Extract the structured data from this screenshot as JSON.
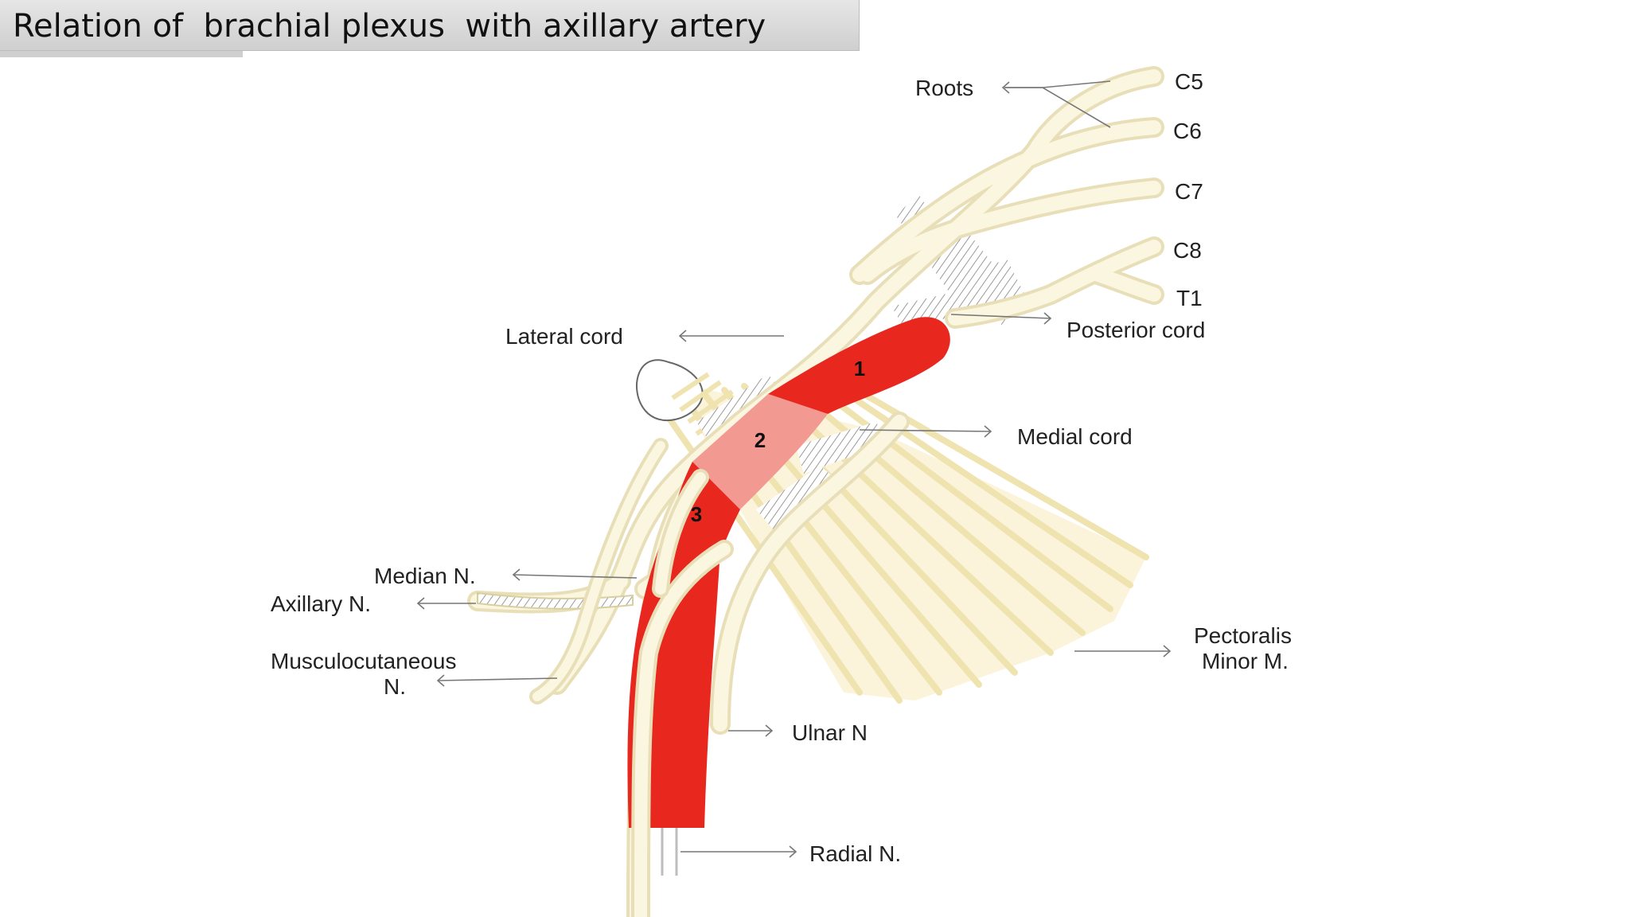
{
  "title": "Relation of  brachial plexus  with axillary artery",
  "labels": {
    "roots": "Roots",
    "c5": "C5",
    "c6": "C6",
    "c7": "C7",
    "c8": "C8",
    "t1": "T1",
    "lateral_cord": "Lateral cord",
    "posterior_cord": "Posterior cord",
    "medial_cord": "Medial cord",
    "median_n": "Median N.",
    "axillary_n": "Axillary N.",
    "musculocutaneous_1": "Musculocutaneous",
    "musculocutaneous_2": "N.",
    "pectoralis_1": "Pectoralis",
    "pectoralis_2": "Minor M.",
    "ulnar_n": "Ulnar N",
    "radial_n": "Radial N."
  },
  "artery_parts": [
    "1",
    "2",
    "3"
  ],
  "colors": {
    "artery": "#e8271f",
    "artery_part2": "#f29a92",
    "nerve": "#fbf6df",
    "muscle": "#f4ecc4"
  }
}
